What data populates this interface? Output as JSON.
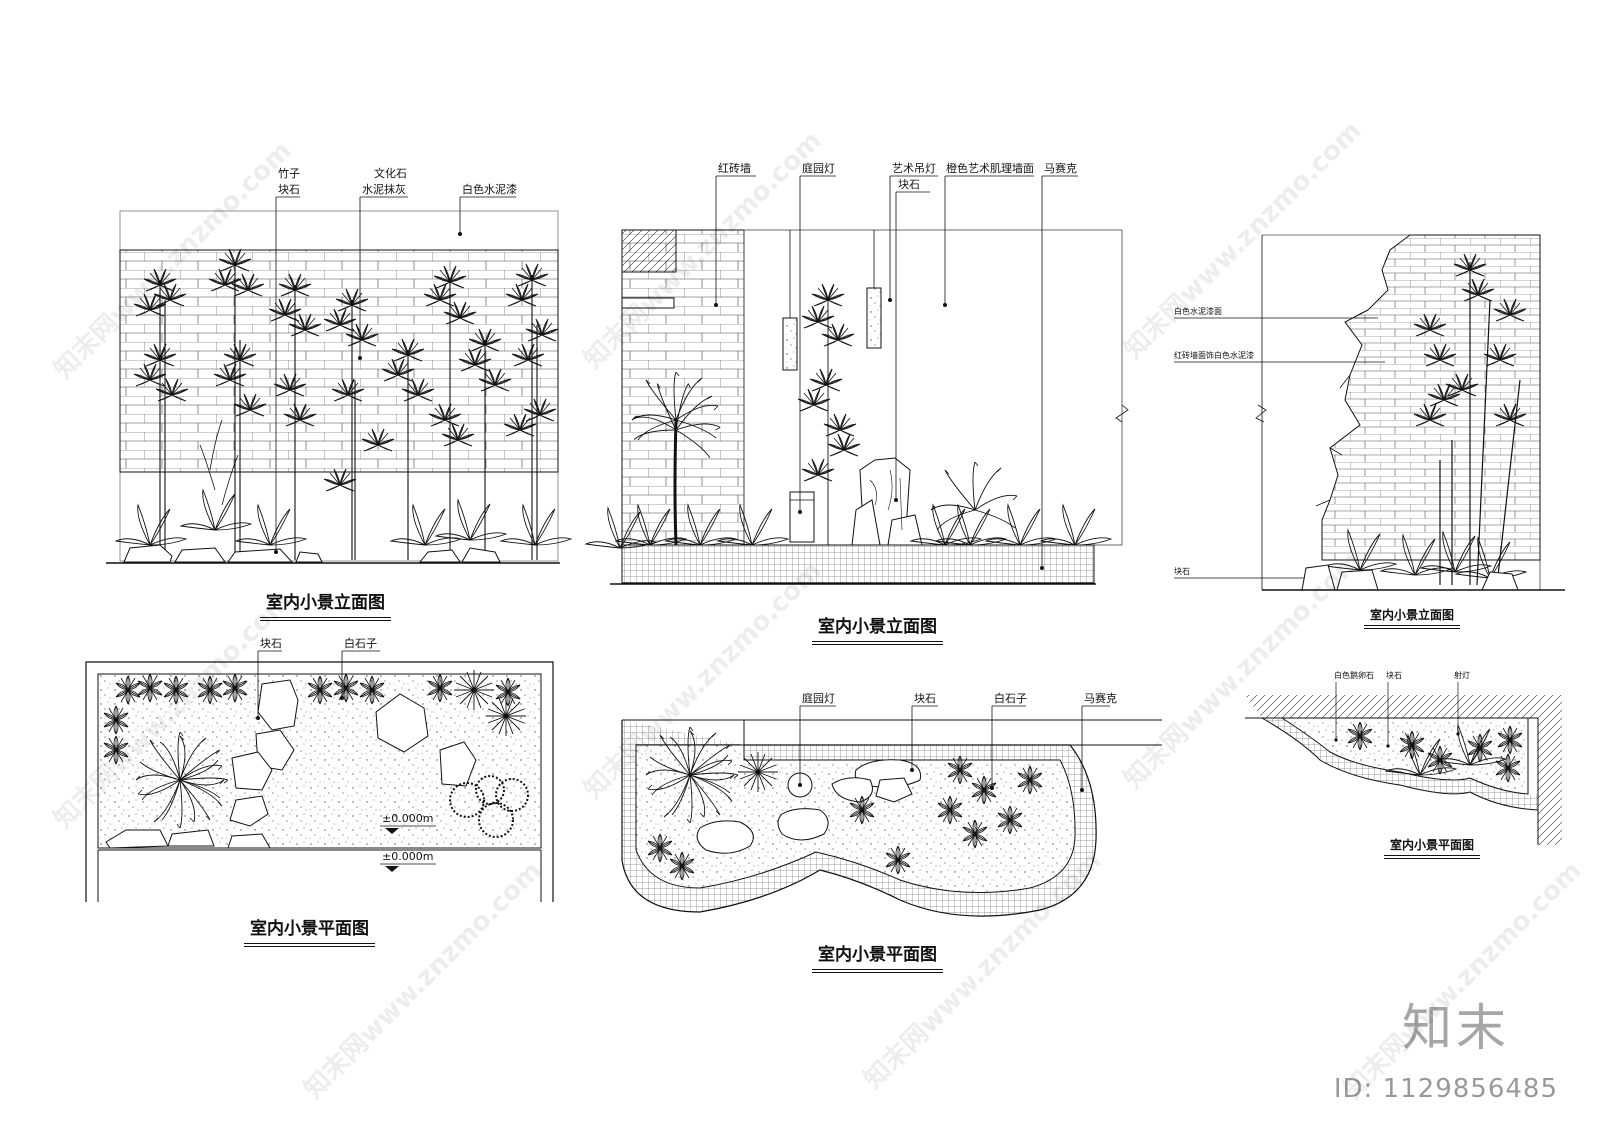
{
  "panels": {
    "elev1": {
      "title": "室内小景立面图",
      "labels": [
        "竹子",
        "块石",
        "文化石",
        "水泥抹灰",
        "白色水泥漆"
      ]
    },
    "elev2": {
      "title": "室内小景立面图",
      "labels": [
        "红砖墙",
        "庭园灯",
        "艺术吊灯",
        "块石",
        "橙色艺术肌理墙面",
        "马赛克"
      ]
    },
    "elev3": {
      "title": "室内小景立面图",
      "labels": [
        "白色水泥漆面",
        "红砖墙面饰白色水泥漆",
        "块石"
      ]
    },
    "plan1": {
      "title": "室内小景平面图",
      "labels": [
        "块石",
        "白石子"
      ],
      "elevations": [
        "±0.000m",
        "±0.000m"
      ]
    },
    "plan2": {
      "title": "室内小景平面图",
      "labels": [
        "庭园灯",
        "块石",
        "白石子",
        "马赛克"
      ]
    },
    "plan3": {
      "title": "室内小景平面图",
      "labels": [
        "白色鹅卵石",
        "块石",
        "射灯"
      ]
    }
  },
  "watermark": {
    "text": "知末网www.znzmo.com",
    "brand": "知末",
    "id": "ID: 1129856485"
  }
}
